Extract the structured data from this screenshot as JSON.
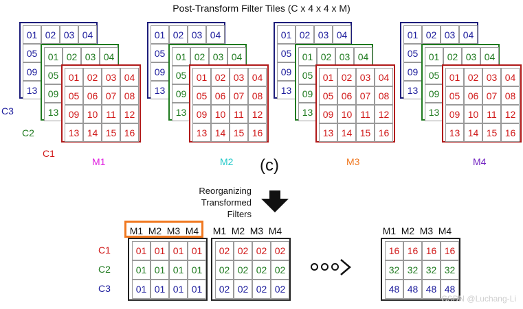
{
  "title": "Post-Transform Filter Tiles (C x 4 x 4 x M)",
  "tile_values": {
    "blue": [
      [
        "01",
        "02",
        "03",
        "04"
      ],
      [
        "05",
        "",
        "",
        ""
      ],
      [
        "09",
        "",
        "",
        ""
      ],
      [
        "13",
        "",
        "",
        ""
      ]
    ],
    "green": [
      [
        "01",
        "02",
        "03",
        "04"
      ],
      [
        "05",
        "",
        "",
        ""
      ],
      [
        "09",
        "",
        "",
        ""
      ],
      [
        "13",
        "",
        "",
        ""
      ]
    ],
    "red": [
      [
        "01",
        "02",
        "03",
        "04"
      ],
      [
        "05",
        "06",
        "07",
        "08"
      ],
      [
        "09",
        "10",
        "11",
        "12"
      ],
      [
        "13",
        "14",
        "15",
        "16"
      ]
    ]
  },
  "channel_labels": [
    "C3",
    "C2",
    "C1"
  ],
  "groups": [
    {
      "label": "M1",
      "color": "#e020e0"
    },
    {
      "label": "M2",
      "color": "#20c8c8"
    },
    {
      "label": "M3",
      "color": "#f07820"
    },
    {
      "label": "M4",
      "color": "#7020c0"
    }
  ],
  "caption": "(c)",
  "reorg_text": [
    "Reorganizing",
    "Transformed",
    "Filters"
  ],
  "bottom": {
    "header": [
      "M1",
      "M2",
      "M3",
      "M4"
    ],
    "row_labels": [
      "C1",
      "C2",
      "C3"
    ],
    "row_colors": [
      "#d01818",
      "#1f7a1f",
      "#1c1c9c"
    ],
    "grids": [
      [
        [
          "01",
          "01",
          "01",
          "01"
        ],
        [
          "01",
          "01",
          "01",
          "01"
        ],
        [
          "01",
          "01",
          "01",
          "01"
        ]
      ],
      [
        [
          "02",
          "02",
          "02",
          "02"
        ],
        [
          "02",
          "02",
          "02",
          "02"
        ],
        [
          "02",
          "02",
          "02",
          "02"
        ]
      ],
      [
        [
          "16",
          "16",
          "16",
          "16"
        ],
        [
          "32",
          "32",
          "32",
          "32"
        ],
        [
          "48",
          "48",
          "48",
          "48"
        ]
      ]
    ]
  },
  "watermark": "CSDN @Luchang-Li"
}
